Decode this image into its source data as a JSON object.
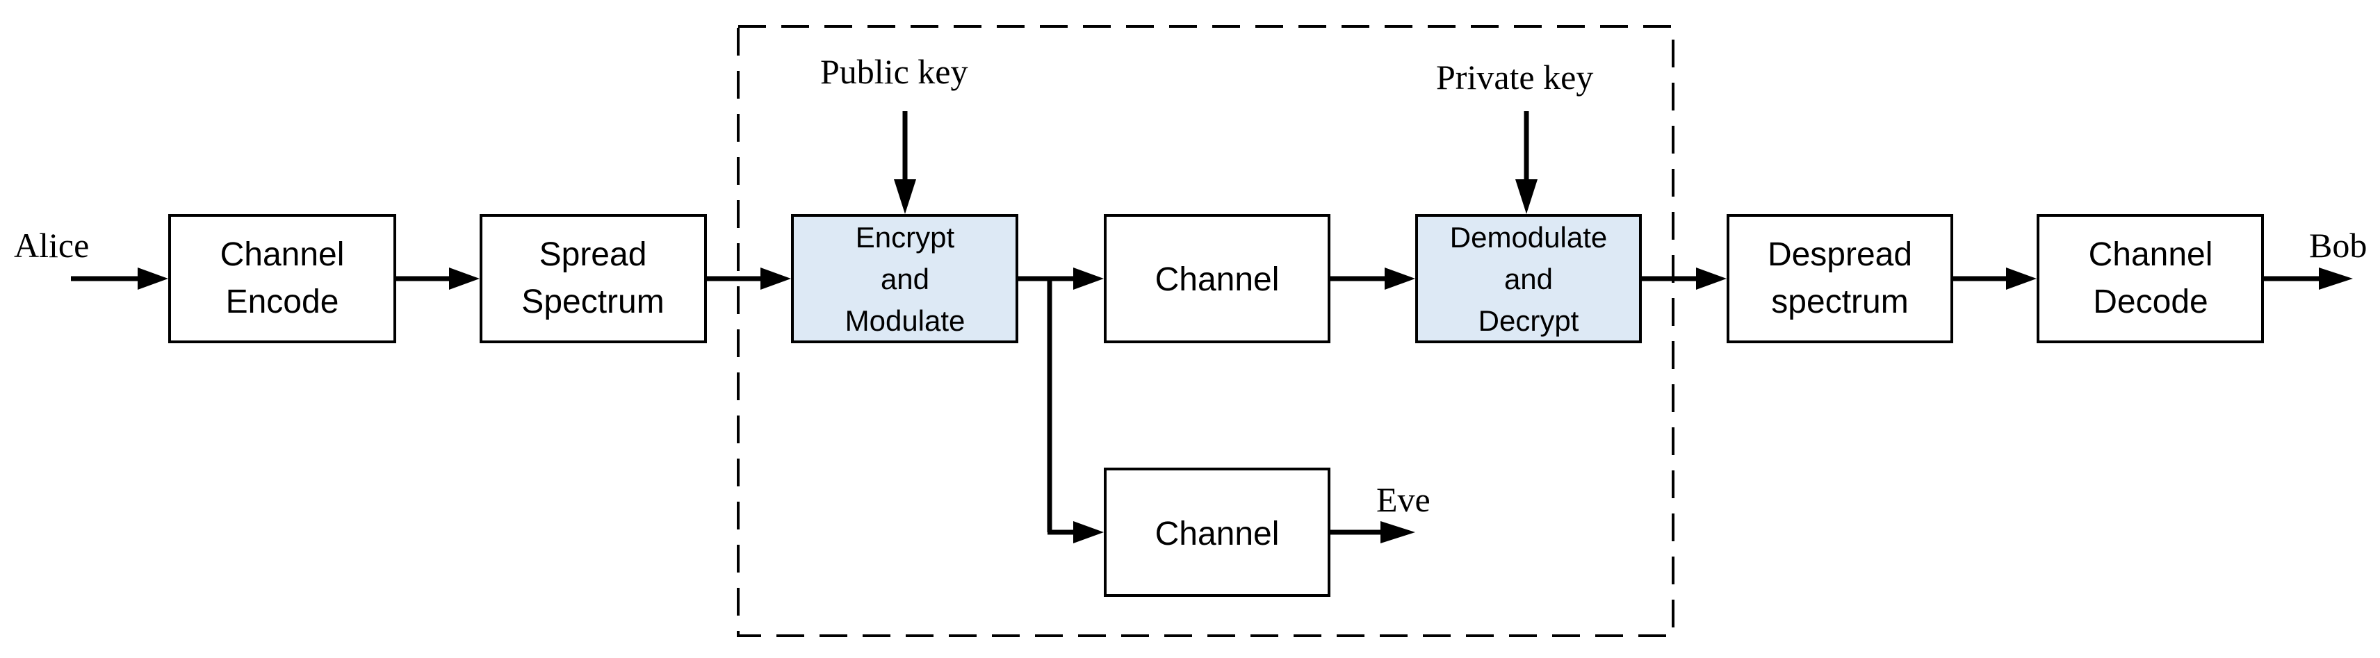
{
  "colors": {
    "crypto_block_fill": "#dde9f5",
    "block_fill": "#ffffff",
    "line": "#000000"
  },
  "terminals": {
    "source": "Alice",
    "sink": "Bob",
    "eavesdropper": "Eve"
  },
  "keys": {
    "public": "Public key",
    "private": "Private key"
  },
  "blocks": {
    "channel_encode": {
      "line1": "Channel",
      "line2": "Encode"
    },
    "spread_spectrum": {
      "line1": "Spread",
      "line2": "Spectrum"
    },
    "encrypt_modulate": {
      "line1": "Encrypt",
      "line2": "and",
      "line3": "Modulate"
    },
    "channel_main": {
      "line1": "Channel"
    },
    "demodulate_decrypt": {
      "line1": "Demodulate",
      "line2": "and",
      "line3": "Decrypt"
    },
    "despread_spectrum": {
      "line1": "Despread",
      "line2": "spectrum"
    },
    "channel_decode": {
      "line1": "Channel",
      "line2": "Decode"
    },
    "channel_eve": {
      "line1": "Channel"
    }
  }
}
